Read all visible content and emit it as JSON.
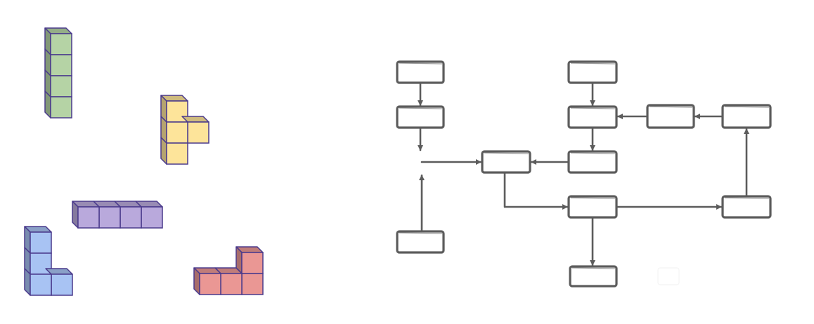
{
  "colors": {
    "green": "#b5d3a5",
    "yellow": "#fde49a",
    "purple": "#b9a9dc",
    "blue": "#a8c3f3",
    "red": "#ea9794",
    "outline": "#4a3a8c",
    "flow": "#5c5c5c"
  },
  "pieces": [
    {
      "id": "piece-green-i",
      "color": "green",
      "shape": "I-vertical"
    },
    {
      "id": "piece-yellow-t",
      "color": "yellow",
      "shape": "T"
    },
    {
      "id": "piece-purple-i",
      "color": "purple",
      "shape": "I-horizontal"
    },
    {
      "id": "piece-blue-l",
      "color": "blue",
      "shape": "L"
    },
    {
      "id": "piece-red-j",
      "color": "red",
      "shape": "J"
    }
  ],
  "flowchart": {
    "box_labels": [
      "",
      "",
      "",
      "",
      "",
      "",
      "",
      "",
      "",
      "",
      "",
      "",
      ""
    ],
    "arrow_count": 13
  }
}
